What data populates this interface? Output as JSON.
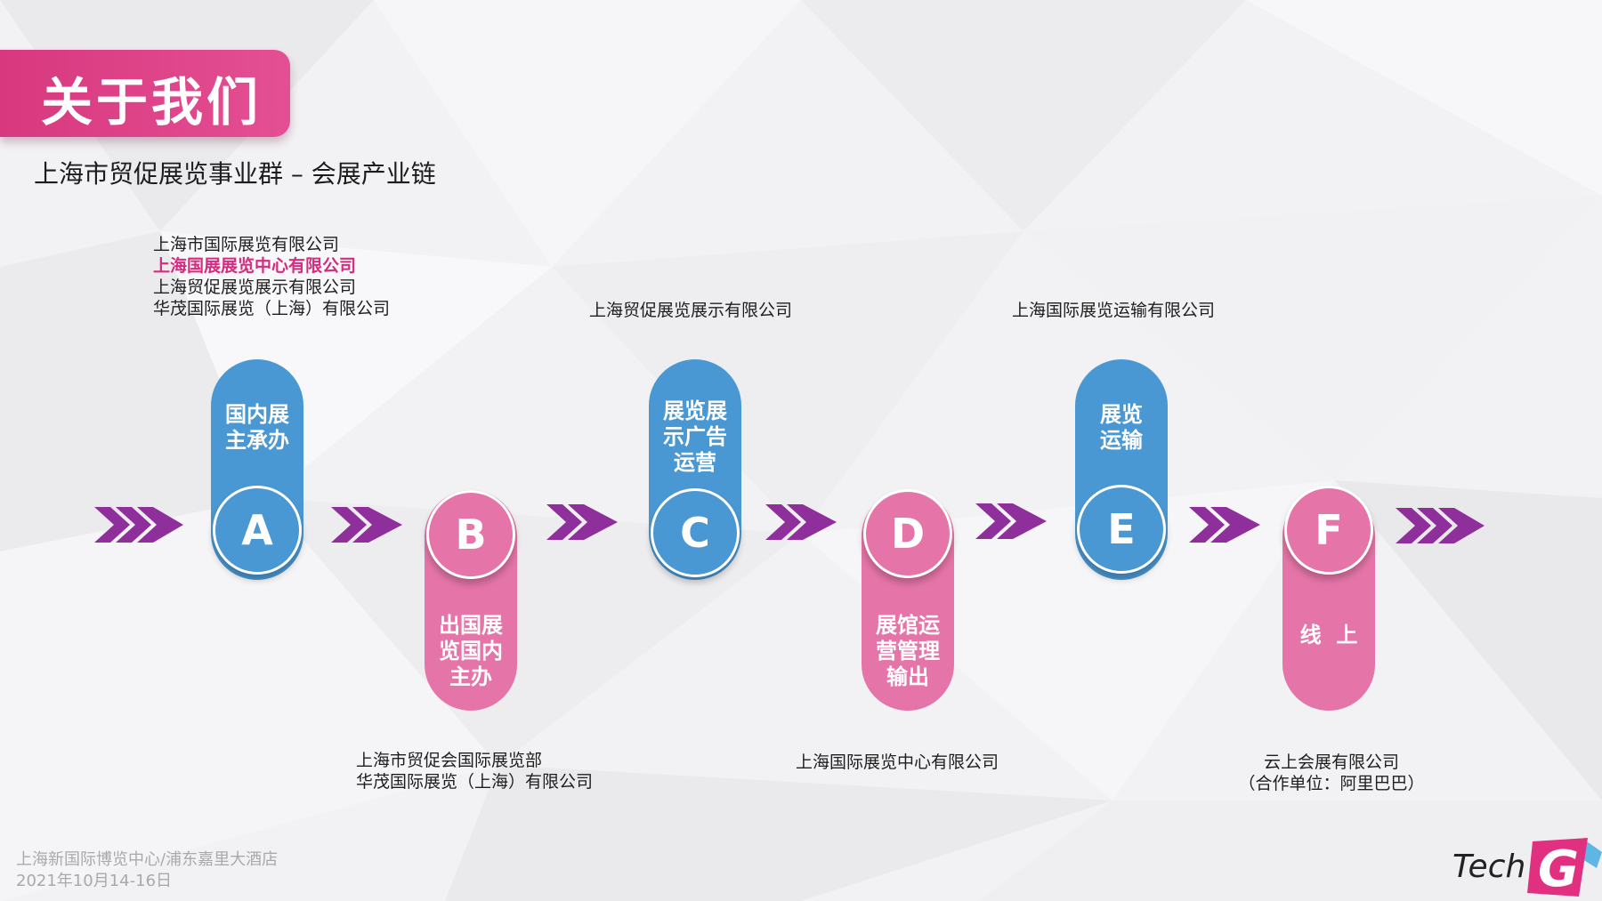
{
  "header": {
    "title": "关于我们",
    "subtitle": "上海市贸促展览事业群 – 会展产业链"
  },
  "colors": {
    "accent_pink": "#e04a8b",
    "node_blue": "#4a98d3",
    "node_pink": "#e575a8",
    "arrow_purple": "#8e2f9b",
    "highlight_text": "#d62c80"
  },
  "nodes": [
    {
      "letter": "A",
      "label": "国内展\n主承办"
    },
    {
      "letter": "B",
      "label": "出国展\n览国内\n主办"
    },
    {
      "letter": "C",
      "label": "展览展\n示广告\n运营"
    },
    {
      "letter": "D",
      "label": "展馆运\n营管理\n输出"
    },
    {
      "letter": "E",
      "label": "展览\n运输"
    },
    {
      "letter": "F",
      "label": "线  上"
    }
  ],
  "companies": {
    "a": [
      "上海市国际展览有限公司",
      "上海国展展览中心有限公司",
      "上海贸促展览展示有限公司",
      "华茂国际展览（上海）有限公司"
    ],
    "a_highlight_index": 1,
    "b": [
      "上海市贸促会国际展览部",
      "华茂国际展览（上海）有限公司"
    ],
    "c": [
      "上海贸促展览展示有限公司"
    ],
    "d": [
      "上海国际展览中心有限公司"
    ],
    "e": [
      "上海国际展览运输有限公司"
    ],
    "f": [
      "云上会展有限公司",
      "（合作单位：阿里巴巴）"
    ]
  },
  "footer": {
    "venue": "上海新国际博览中心/浦东嘉里大酒店",
    "date": "2021年10月14-16日"
  },
  "logo": {
    "text": "Tech",
    "letter": "G"
  }
}
